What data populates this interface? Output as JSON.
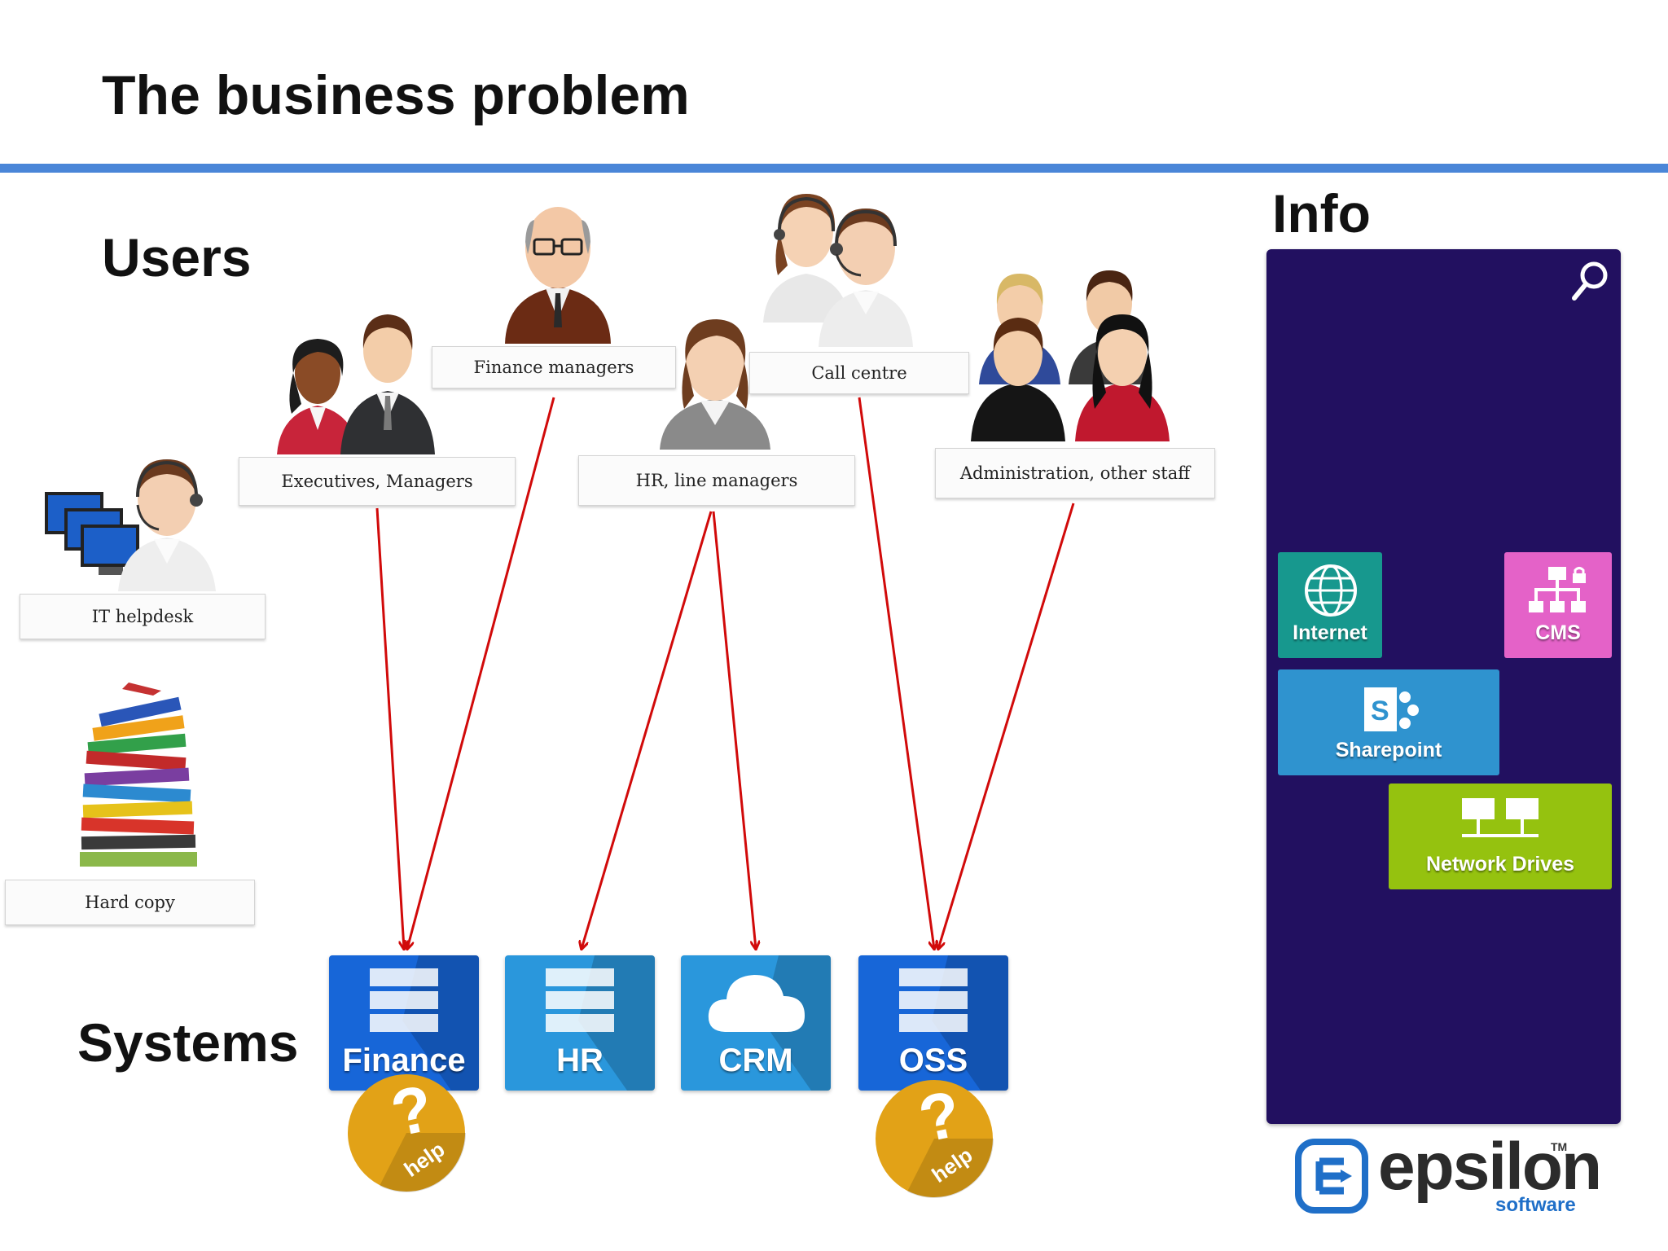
{
  "slide": {
    "title": "The business problem"
  },
  "sections": {
    "users": "Users",
    "systems": "Systems",
    "info": "Info"
  },
  "user_groups": [
    {
      "id": "finance-managers",
      "label": "Finance managers"
    },
    {
      "id": "call-centre",
      "label": "Call centre"
    },
    {
      "id": "executives",
      "label": "Executives, Managers"
    },
    {
      "id": "hr-line-managers",
      "label": "HR, line managers"
    },
    {
      "id": "administration",
      "label": "Administration, other staff"
    },
    {
      "id": "it-helpdesk",
      "label": "IT helpdesk"
    },
    {
      "id": "hard-copy",
      "label": "Hard copy"
    }
  ],
  "systems": [
    {
      "id": "finance",
      "label": "Finance",
      "icon": "database-icon",
      "color": "#1766d8",
      "help": true
    },
    {
      "id": "hr",
      "label": "HR",
      "icon": "database-icon",
      "color": "#2a97dc",
      "help": false
    },
    {
      "id": "crm",
      "label": "CRM",
      "icon": "cloud-icon",
      "color": "#2a97dc",
      "help": false
    },
    {
      "id": "oss",
      "label": "OSS",
      "icon": "database-icon",
      "color": "#1766d8",
      "help": true
    }
  ],
  "help_badge": {
    "label": "help",
    "color": "#e2a217"
  },
  "connections": [
    {
      "from": "executives",
      "to": "finance"
    },
    {
      "from": "finance-managers",
      "to": "finance"
    },
    {
      "from": "hr-line-managers",
      "to": "hr"
    },
    {
      "from": "hr-line-managers",
      "to": "crm"
    },
    {
      "from": "call-centre",
      "to": "oss"
    },
    {
      "from": "administration",
      "to": "oss"
    }
  ],
  "arrow_color": "#d10a0a",
  "info_panel": {
    "background": "#221060",
    "search_icon": "search-icon",
    "tiles": [
      {
        "id": "internet",
        "label": "Internet",
        "icon": "globe-icon",
        "color": "#17988e"
      },
      {
        "id": "cms",
        "label": "CMS",
        "icon": "sitemap-lock-icon",
        "color": "#e462c8"
      },
      {
        "id": "sharepoint",
        "label": "Sharepoint",
        "icon": "sharepoint-icon",
        "color": "#2f93cf"
      },
      {
        "id": "network-drives",
        "label": "Network Drives",
        "icon": "network-drives-icon",
        "color": "#95c20f"
      }
    ]
  },
  "logo": {
    "name": "epsilon",
    "tagline": "software",
    "trademark": "TM"
  }
}
